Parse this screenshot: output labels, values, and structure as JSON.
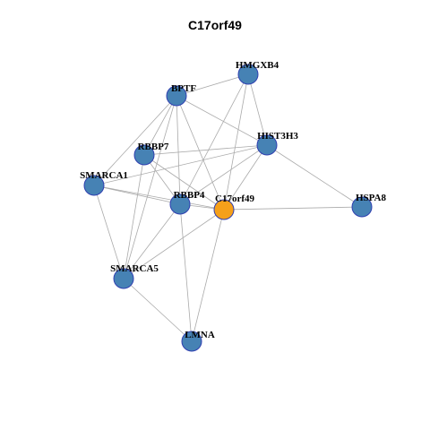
{
  "title": "C17orf49",
  "colors": {
    "default_node": "#4682b4",
    "highlight_node": "#f5a01a",
    "edge": "#aaaaaa"
  },
  "nodes": [
    {
      "id": "C17orf49",
      "label": "C17orf49",
      "highlight": true
    },
    {
      "id": "HMGXB4",
      "label": "HMGXB4"
    },
    {
      "id": "BPTF",
      "label": "BPTF"
    },
    {
      "id": "HIST3H3",
      "label": "HIST3H3"
    },
    {
      "id": "RBBP7",
      "label": "RBBP7"
    },
    {
      "id": "SMARCA1",
      "label": "SMARCA1"
    },
    {
      "id": "RBBP4",
      "label": "RBBP4"
    },
    {
      "id": "HSPA8",
      "label": "HSPA8"
    },
    {
      "id": "SMARCA5",
      "label": "SMARCA5"
    },
    {
      "id": "LMNA",
      "label": "LMNA"
    }
  ],
  "edges": [
    [
      "HMGXB4",
      "BPTF"
    ],
    [
      "HMGXB4",
      "HIST3H3"
    ],
    [
      "HMGXB4",
      "RBBP4"
    ],
    [
      "HMGXB4",
      "C17orf49"
    ],
    [
      "BPTF",
      "HIST3H3"
    ],
    [
      "BPTF",
      "RBBP7"
    ],
    [
      "BPTF",
      "SMARCA1"
    ],
    [
      "BPTF",
      "RBBP4"
    ],
    [
      "BPTF",
      "C17orf49"
    ],
    [
      "BPTF",
      "SMARCA5"
    ],
    [
      "HIST3H3",
      "RBBP7"
    ],
    [
      "HIST3H3",
      "RBBP4"
    ],
    [
      "HIST3H3",
      "C17orf49"
    ],
    [
      "HIST3H3",
      "HSPA8"
    ],
    [
      "HIST3H3",
      "SMARCA1"
    ],
    [
      "RBBP7",
      "RBBP4"
    ],
    [
      "RBBP7",
      "C17orf49"
    ],
    [
      "RBBP7",
      "SMARCA5"
    ],
    [
      "SMARCA1",
      "RBBP4"
    ],
    [
      "SMARCA1",
      "C17orf49"
    ],
    [
      "SMARCA1",
      "SMARCA5"
    ],
    [
      "RBBP4",
      "C17orf49"
    ],
    [
      "RBBP4",
      "LMNA"
    ],
    [
      "RBBP4",
      "SMARCA5"
    ],
    [
      "C17orf49",
      "HSPA8"
    ],
    [
      "C17orf49",
      "SMARCA5"
    ],
    [
      "C17orf49",
      "LMNA"
    ],
    [
      "SMARCA5",
      "LMNA"
    ]
  ]
}
